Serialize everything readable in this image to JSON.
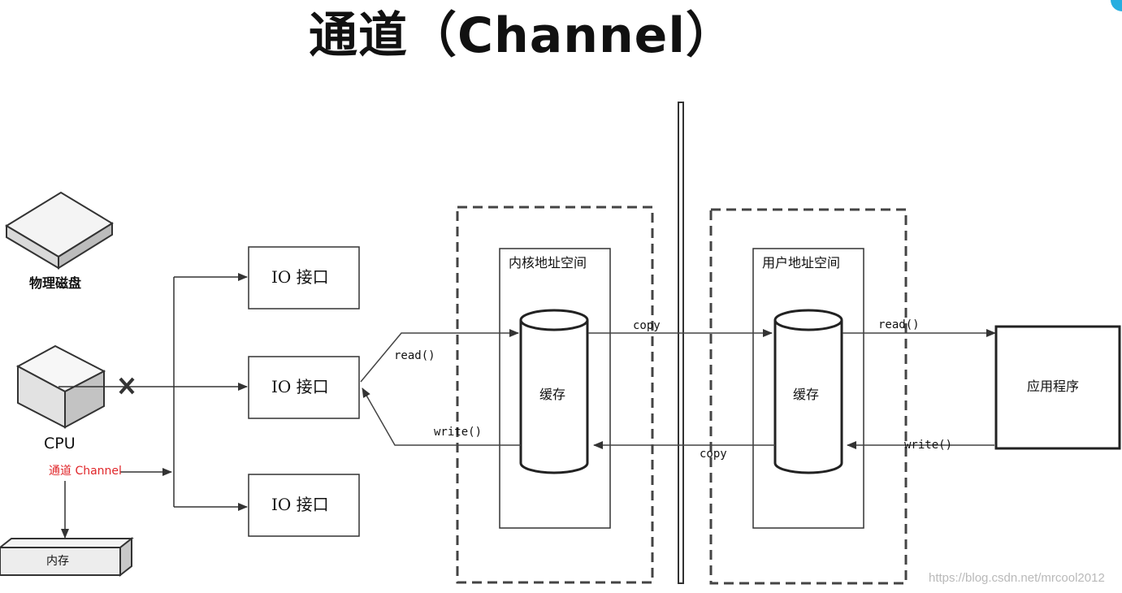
{
  "title": "通道（Channel）",
  "devices": {
    "disk": "物理磁盘",
    "cpu": "CPU",
    "memory": "内存",
    "channel": "通道 Channel"
  },
  "io_ports": [
    "IO 接口",
    "IO 接口",
    "IO 接口"
  ],
  "kernel": {
    "space": "内核地址空间",
    "cache": "缓存"
  },
  "user": {
    "space": "用户地址空间",
    "cache": "缓存"
  },
  "app": "应用程序",
  "arrows": {
    "read_kernel": "read()",
    "write_kernel": "write()",
    "copy_top": "copy",
    "copy_bottom": "copy",
    "read_app": "read()",
    "write_app": "write()"
  },
  "watermark": "https://blog.csdn.net/mrcool2012",
  "colors": {
    "line": "#333333",
    "box_border": "#222222",
    "channel_text": "#e0262a",
    "watermark": "#b9b9b9",
    "corner_accent": "#27aee0"
  }
}
